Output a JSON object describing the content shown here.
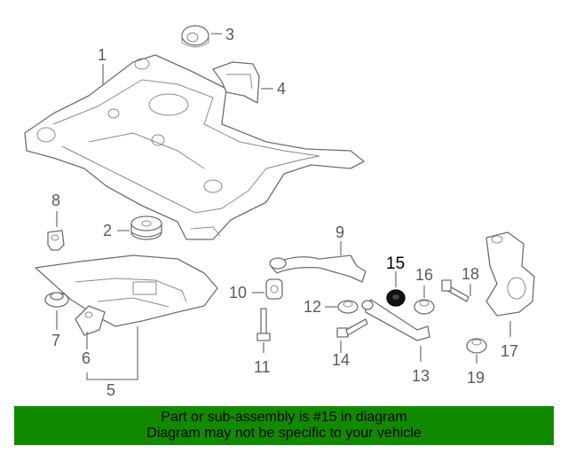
{
  "parts": [
    {
      "number": "1"
    },
    {
      "number": "2"
    },
    {
      "number": "3"
    },
    {
      "number": "4"
    },
    {
      "number": "5"
    },
    {
      "number": "6"
    },
    {
      "number": "7"
    },
    {
      "number": "8"
    },
    {
      "number": "9"
    },
    {
      "number": "10"
    },
    {
      "number": "11"
    },
    {
      "number": "12"
    },
    {
      "number": "13"
    },
    {
      "number": "14"
    },
    {
      "number": "15",
      "highlighted": true
    },
    {
      "number": "16"
    },
    {
      "number": "17"
    },
    {
      "number": "18"
    },
    {
      "number": "19"
    }
  ],
  "highlight_color": "#000000",
  "part_color": "#6f6f6f",
  "banner": {
    "line1": "Part or sub-assembly is #15 in diagram",
    "line2": "Diagram may not be specific to your vehicle",
    "background": "#118a00"
  }
}
